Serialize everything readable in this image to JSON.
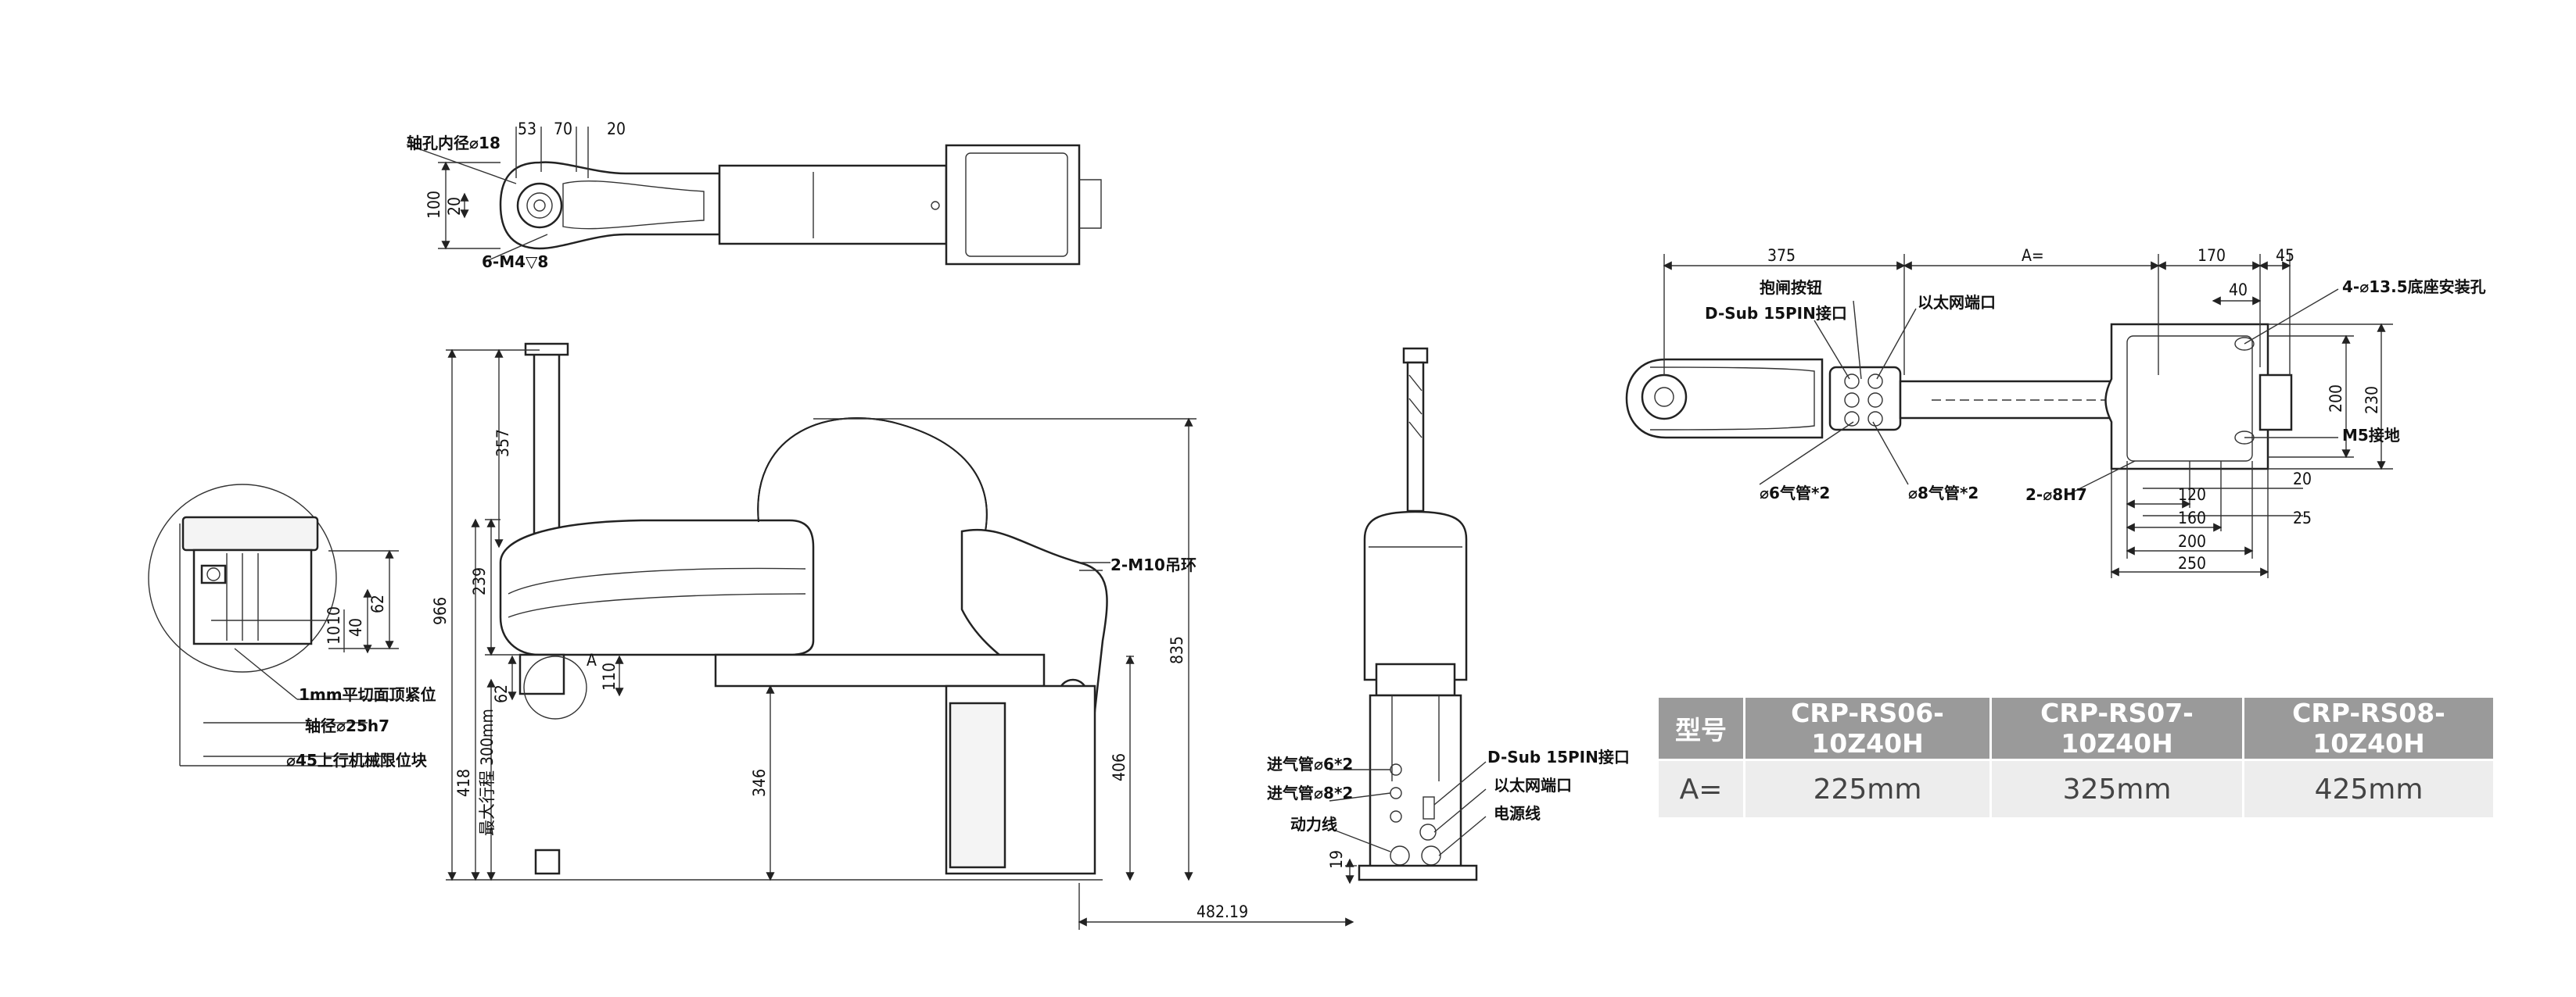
{
  "top_view": {
    "dims": [
      "53",
      "70",
      "20",
      "100",
      "20"
    ],
    "labels": {
      "shaft_hole": "轴孔内径⌀18",
      "tapped": "6-M4▽8"
    }
  },
  "detail_view": {
    "dims": [
      "62",
      "10",
      "10",
      "40"
    ],
    "labels": {
      "cut_face": "1mm平切面顶紧位",
      "shaft_dia": "轴径⌀25h7",
      "block": "⌀45上行机械限位块"
    }
  },
  "side_view": {
    "dims": {
      "d357": "357",
      "d239": "239",
      "d966": "966",
      "d418": "418",
      "d300": "最大行程 300mm",
      "d62": "62",
      "d110": "110",
      "d346": "346",
      "d835": "835",
      "d406": "406",
      "d48219": "482.19",
      "d19": "19",
      "marker_a": "A"
    },
    "labels": {
      "ring": "2-M10吊环"
    }
  },
  "rear_view": {
    "labels": {
      "in_air6": "进气管⌀6*2",
      "in_air8": "进气管⌀8*2",
      "power": "动力线",
      "dsub": "D-Sub 15PIN接口",
      "ethernet": "以太网端口",
      "cable": "电源线"
    }
  },
  "plan_view": {
    "dims": {
      "d375": "375",
      "dA": "A=",
      "d170": "170",
      "d45": "45",
      "d40": "40",
      "d200": "200",
      "d230": "230",
      "d120": "120",
      "d160": "160",
      "d200b": "200",
      "d250": "250",
      "d20": "20",
      "d25": "25"
    },
    "labels": {
      "brake": "抱闸按钮",
      "dsub": "D-Sub 15PIN接口",
      "ethernet": "以太网端口",
      "holes": "4-⌀13.5底座安装孔",
      "ground": "M5接地",
      "pin": "2-⌀8H7",
      "air6": "⌀6气管*2",
      "air8": "⌀8气管*2"
    }
  },
  "spec_table": {
    "headers": [
      "型号",
      "CRP-RS06-10Z40H",
      "CRP-RS07-10Z40H",
      "CRP-RS08-10Z40H"
    ],
    "row": [
      "A=",
      "225mm",
      "325mm",
      "425mm"
    ]
  }
}
